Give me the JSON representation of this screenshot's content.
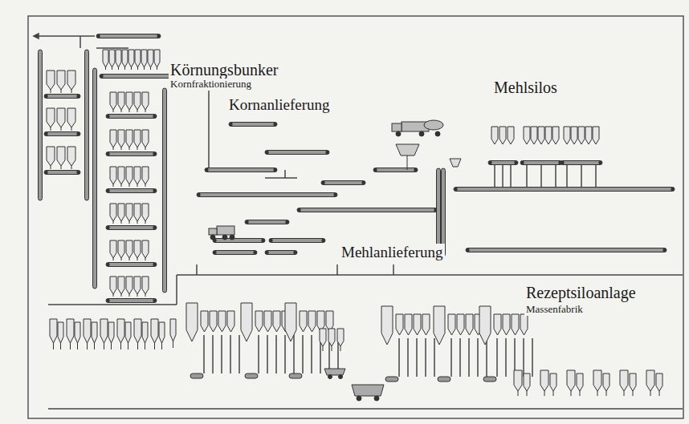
{
  "diagram": {
    "labels": [
      "Körnungsbunker",
      "Kornfraktionierung",
      "Kornanlieferung",
      "Mehlsilos",
      "Mehlanlieferung",
      "Rezeptsiloanlage",
      "Massenfabrik"
    ]
  }
}
